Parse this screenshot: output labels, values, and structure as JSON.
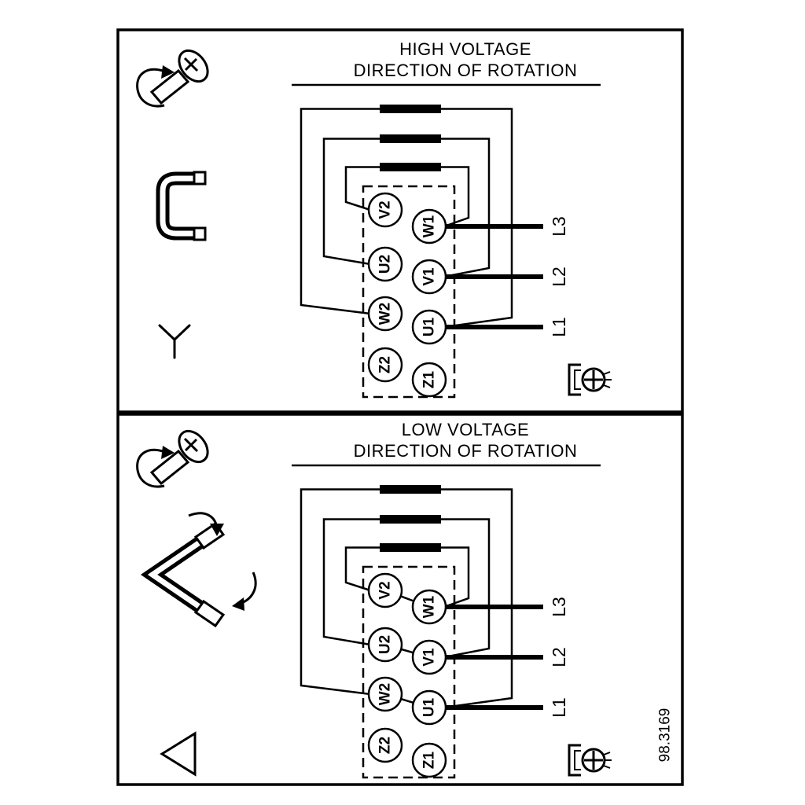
{
  "figure": {
    "ref_number": "98.3169"
  },
  "colors": {
    "ink": "#000000",
    "paper": "#ffffff"
  },
  "panels": [
    {
      "id": "high-voltage",
      "title1": "HIGH VOLTAGE",
      "title2": "DIRECTION OF ROTATION",
      "connection_symbol": "star",
      "terminals_left": [
        "V2",
        "U2",
        "W2",
        "Z2"
      ],
      "terminals_right": [
        "W1",
        "V1",
        "U1",
        "Z1"
      ],
      "supply_lines": [
        "L3",
        "L2",
        "L1"
      ]
    },
    {
      "id": "low-voltage",
      "title1": "LOW VOLTAGE",
      "title2": "DIRECTION OF ROTATION",
      "connection_symbol": "delta",
      "terminals_left": [
        "V2",
        "U2",
        "W2",
        "Z2"
      ],
      "terminals_right": [
        "W1",
        "V1",
        "U1",
        "Z1"
      ],
      "supply_lines": [
        "L3",
        "L2",
        "L1"
      ]
    }
  ]
}
